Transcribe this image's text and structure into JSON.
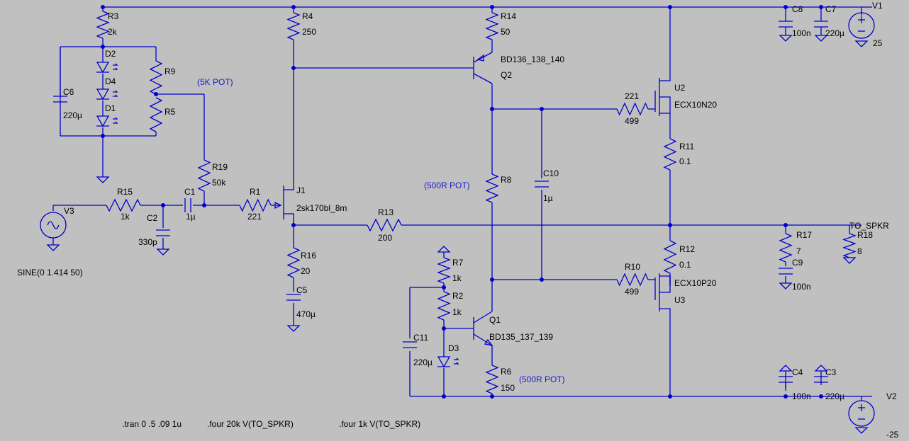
{
  "colors": {
    "background": "#c0c0c0",
    "wire": "#0000cc",
    "label": "#000000",
    "note": "#1a1ad0"
  },
  "components": [
    {
      "ref": "R3",
      "value": "2k"
    },
    {
      "ref": "R4",
      "value": "250"
    },
    {
      "ref": "R14",
      "value": "50"
    },
    {
      "ref": "C8",
      "value": "100n"
    },
    {
      "ref": "C7",
      "value": "220µ"
    },
    {
      "ref": "V1",
      "value": "25"
    },
    {
      "ref": "D2",
      "value": ""
    },
    {
      "ref": "D4",
      "value": ""
    },
    {
      "ref": "D1",
      "value": ""
    },
    {
      "ref": "C6",
      "value": "220µ"
    },
    {
      "ref": "R9",
      "value": ""
    },
    {
      "ref": "R5",
      "value": ""
    },
    {
      "ref": "Q2",
      "value": "BD136_138_140"
    },
    {
      "ref": "U2",
      "value": "ECX10N20"
    },
    {
      "ref": "R221a",
      "value": "221"
    },
    {
      "ref": "R499a",
      "value": "499"
    },
    {
      "ref": "R11",
      "value": "0.1"
    },
    {
      "ref": "R19",
      "value": "50k"
    },
    {
      "ref": "R8",
      "value": ""
    },
    {
      "ref": "C10",
      "value": "1µ"
    },
    {
      "ref": "J1",
      "value": "2sk170bl_8m"
    },
    {
      "ref": "V3",
      "value": "SINE(0 1.414 50)"
    },
    {
      "ref": "R15",
      "value": "1k"
    },
    {
      "ref": "C1",
      "value": "1µ"
    },
    {
      "ref": "C2",
      "value": "330p"
    },
    {
      "ref": "R1",
      "value": "221"
    },
    {
      "ref": "R13",
      "value": "200"
    },
    {
      "ref": "R17",
      "value": "7"
    },
    {
      "ref": "C9",
      "value": "100n"
    },
    {
      "ref": "R18",
      "value": "8"
    },
    {
      "ref": "R16",
      "value": "20"
    },
    {
      "ref": "C5",
      "value": "470µ"
    },
    {
      "ref": "R12",
      "value": "0.1"
    },
    {
      "ref": "R7",
      "value": "1k"
    },
    {
      "ref": "R2",
      "value": "1k"
    },
    {
      "ref": "R10",
      "value": "499"
    },
    {
      "ref": "U3",
      "value": "ECX10P20"
    },
    {
      "ref": "Q1",
      "value": "BD135_137_139"
    },
    {
      "ref": "C11",
      "value": "220µ"
    },
    {
      "ref": "D3",
      "value": ""
    },
    {
      "ref": "R6",
      "value": "150"
    },
    {
      "ref": "C4",
      "value": "100n"
    },
    {
      "ref": "C3",
      "value": "220µ"
    },
    {
      "ref": "V2",
      "value": "-25"
    }
  ],
  "net_labels": {
    "output": "TO_SPKR"
  },
  "notes": {
    "pot5k": "(5K POT)",
    "pot500a": "(500R POT)",
    "pot500b": "(500R POT)"
  },
  "directives": [
    ".tran 0 .5 .09 1u",
    ".four 20k V(TO_SPKR)",
    ".four 1k V(TO_SPKR)"
  ]
}
